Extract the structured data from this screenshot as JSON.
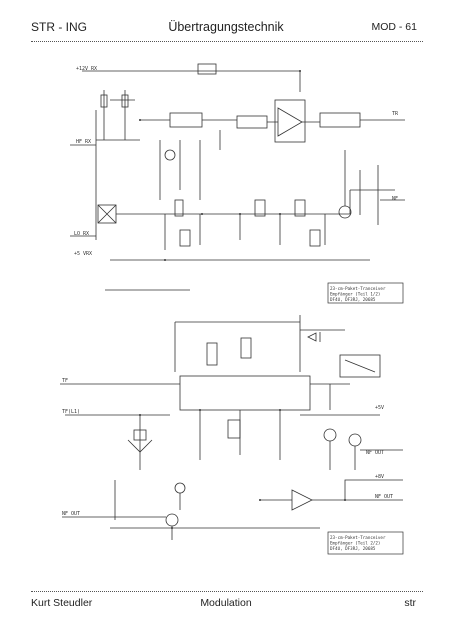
{
  "header": {
    "left": "STR - ING",
    "center": "Übertragungstechnik",
    "right": "MOD - 61"
  },
  "footer": {
    "left": "Kurt Steudler",
    "center": "Modulation",
    "right": "str"
  },
  "schematic_top": {
    "nets": [
      "+12V RX",
      "HF RX",
      "LO RX",
      "+5 VRX",
      "NF",
      "TR"
    ],
    "title_block": [
      "23-cm-Paket-Tranceiver",
      "Empfänger (Teil 1/2)",
      "DF4U, DF3RJ, 20685"
    ]
  },
  "schematic_bottom": {
    "nets": [
      "TF",
      "TF(L1)",
      "NF OUT",
      "NF OUT",
      "+5V",
      "+8V",
      "NF OUT"
    ],
    "title_block": [
      "23-cm-Paket-Tranceiver",
      "Empfänger (Teil 2/2)",
      "DF4U, DF3RJ, 20685"
    ]
  }
}
